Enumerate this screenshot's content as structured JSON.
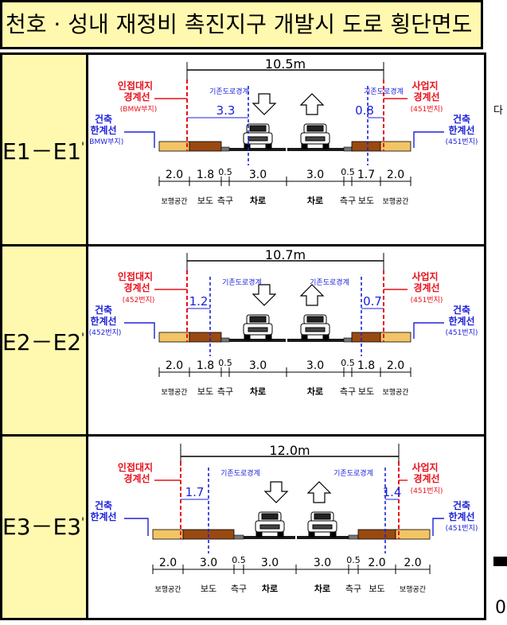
{
  "title": "천호 · 성내 재정비 촉진지구 개발시 도로 횡단면도",
  "side_texts": {
    "top": "다",
    "bottom": "0"
  },
  "colors": {
    "title_bg": "#fff9b0",
    "sidewalk": "#f3c466",
    "walkway": "#994a12",
    "road": "#1a1a1a",
    "red": "#e8101a",
    "blue": "#1d22d8"
  },
  "sections": [
    {
      "label": "E1－E1",
      "prime": "'",
      "total": "10.5m",
      "left_red": [
        "인접대지",
        "경계선"
      ],
      "left_blue": [
        "건축",
        "한계선"
      ],
      "left_red_sub": "(BMW부지)",
      "left_blue_sub": "(BMW부지)",
      "right_red": [
        "사업지",
        "경계선"
      ],
      "right_red_sub": "(451번지)",
      "right_blue": [
        "건축",
        "한계선"
      ],
      "right_blue_sub": "(451번지)",
      "road_boundary": "기존도로경계",
      "left_offset": "3.3",
      "right_offset": "0.8",
      "widths": [
        "2.0",
        "1.8",
        "0.5",
        "3.0",
        "3.0",
        "0.5",
        "1.7",
        "2.0"
      ],
      "parts": [
        "보행공간",
        "보도",
        "측구",
        "차로",
        "차로",
        "측구",
        "보도",
        "보행공간"
      ]
    },
    {
      "label": "E2－E2",
      "prime": "'",
      "total": "10.7m",
      "left_red": [
        "인접대지",
        "경계선"
      ],
      "left_blue": [
        "건축",
        "한계선"
      ],
      "left_red_sub": "(452번지)",
      "left_blue_sub": "(452번지)",
      "right_red": [
        "사업지",
        "경계선"
      ],
      "right_red_sub": "(451번지)",
      "right_blue": [
        "건축",
        "한계선"
      ],
      "right_blue_sub": "(451번지)",
      "road_boundary": "기존도로경계",
      "left_offset": "1.2",
      "right_offset": "0.7",
      "widths": [
        "2.0",
        "1.8",
        "0.5",
        "3.0",
        "3.0",
        "0.5",
        "1.8",
        "2.0"
      ],
      "parts": [
        "보행공간",
        "보도",
        "측구",
        "차로",
        "차로",
        "측구",
        "보도",
        "보행공간"
      ]
    },
    {
      "label": "E3－E3",
      "prime": "'",
      "total": "12.0m",
      "left_red": [
        "인접대지",
        "경계선"
      ],
      "left_blue": [
        "건축",
        "한계선"
      ],
      "left_red_sub": "",
      "left_blue_sub": "",
      "right_red": [
        "사업지",
        "경계선"
      ],
      "right_red_sub": "(451번지)",
      "right_blue": [
        "건축",
        "한계선"
      ],
      "right_blue_sub": "(451번지)",
      "road_boundary": "기존도로경계",
      "left_offset": "1.7",
      "right_offset": "1.4",
      "widths": [
        "2.0",
        "3.0",
        "0.5",
        "3.0",
        "3.0",
        "0.5",
        "2.0",
        "2.0"
      ],
      "parts": [
        "보행공간",
        "보도",
        "측구",
        "차로",
        "차로",
        "측구",
        "보도",
        "보행공간"
      ]
    }
  ]
}
